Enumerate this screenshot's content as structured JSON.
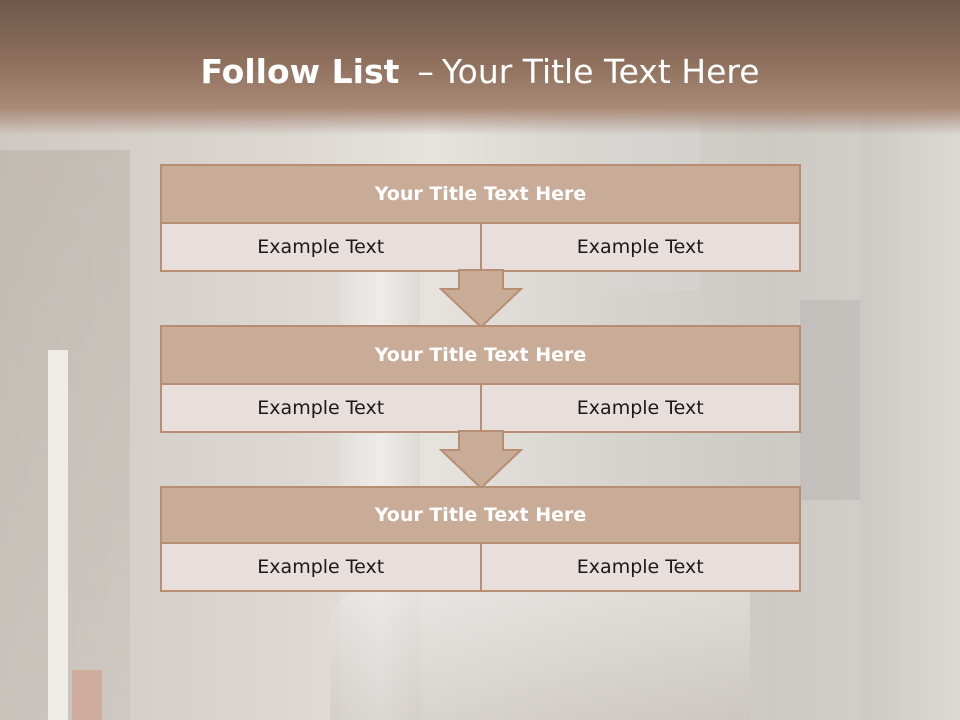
{
  "slide": {
    "title_bold": "Follow List",
    "title_dash": "–",
    "title_rest": "Your Title Text Here"
  },
  "colors": {
    "header_fill": "#c8ac97",
    "border": "#b88e73",
    "cell_fill": "#e8dedb",
    "banner": "#8d6f5c"
  },
  "steps": [
    {
      "title": "Your Title Text Here",
      "left": "Example Text",
      "right": "Example Text"
    },
    {
      "title": "Your Title Text Here",
      "left": "Example Text",
      "right": "Example Text"
    },
    {
      "title": "Your Title Text Here",
      "left": "Example Text",
      "right": "Example Text"
    }
  ],
  "icons": {
    "connector": "down-arrow-icon"
  }
}
